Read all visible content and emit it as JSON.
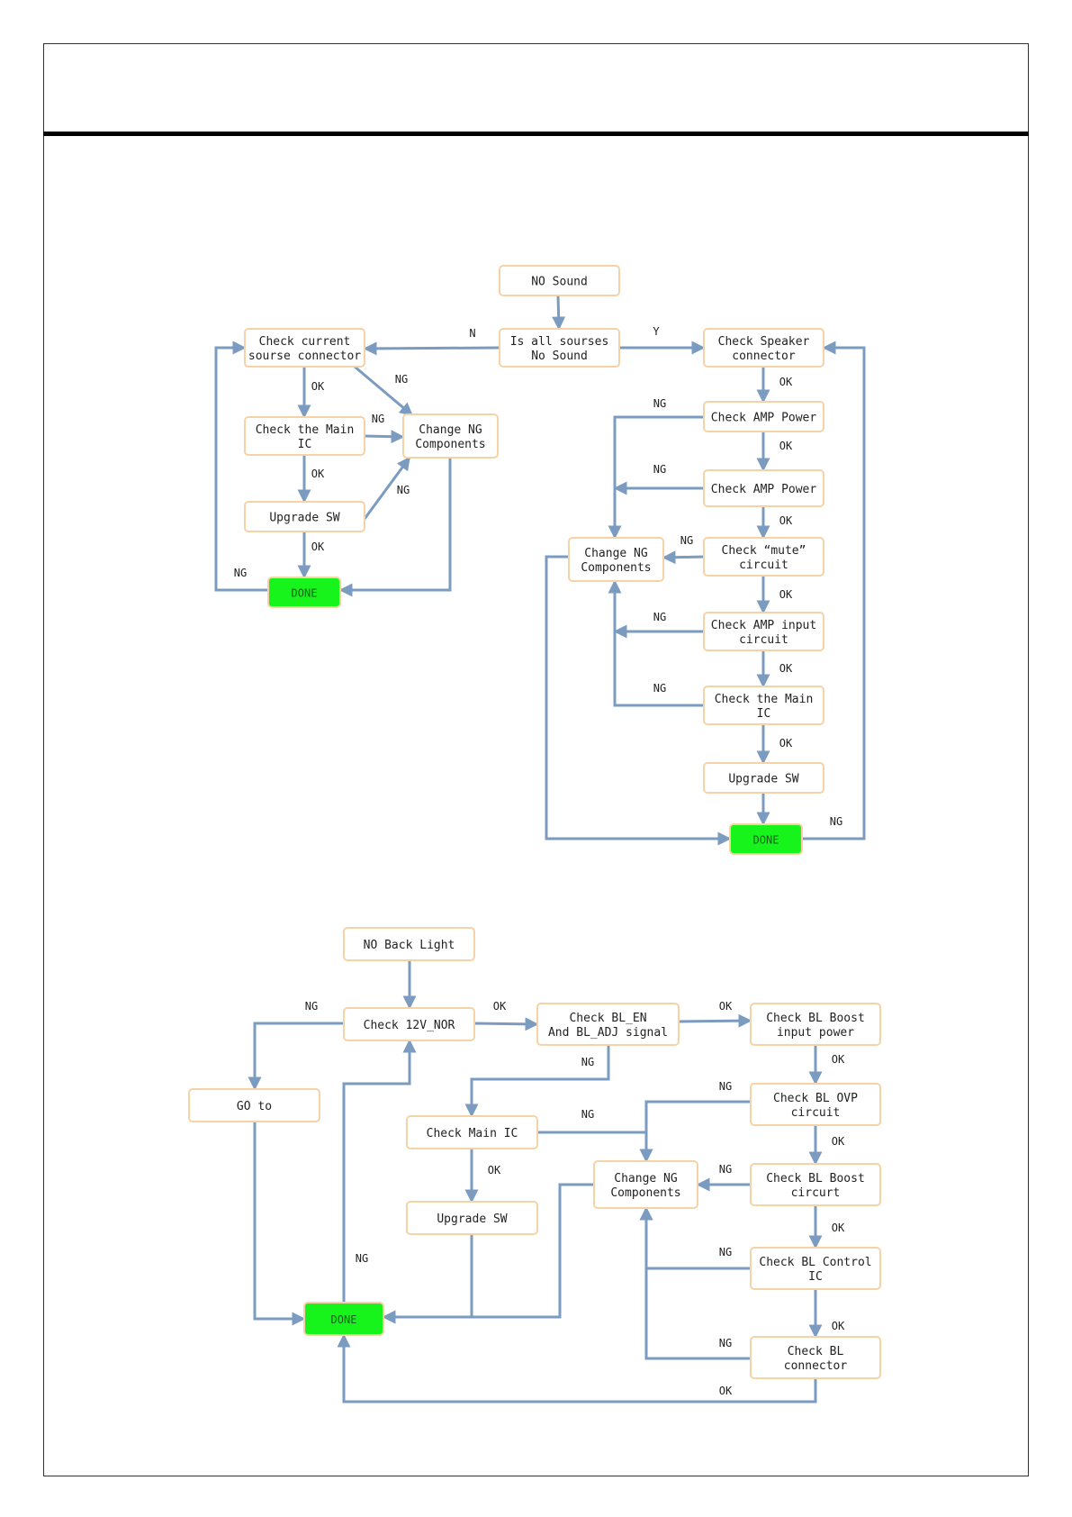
{
  "colors": {
    "node_border": "#f6d3a6",
    "done_fill": "#16f41c",
    "edge": "#7b9cc0",
    "rule": "#000000"
  },
  "nodes": {
    "no_sound": "NO Sound",
    "is_all_sources": "Is all sourses\nNo Sound",
    "check_current_source": "Check current\nsourse connector",
    "check_main_ic_1": "Check the Main\nIC",
    "upgrade_sw_1": "Upgrade SW",
    "change_ng_1": "Change NG\nComponents",
    "done_1": "DONE",
    "check_speaker": "Check  Speaker\nconnector",
    "check_amp_power_1": "Check AMP Power",
    "check_amp_power_2": "Check AMP Power",
    "check_mute": "Check “mute”\ncircuit",
    "check_amp_input": "Check AMP input\ncircuit",
    "check_main_ic_2": "Check the Main\nIC",
    "upgrade_sw_2": "Upgrade SW",
    "change_ng_2": "Change NG\nComponents",
    "done_2": "DONE",
    "no_back_light": "NO Back Light",
    "check_12v": "Check 12V_NOR",
    "check_bl_en": "Check  BL_EN\nAnd BL_ADJ signal",
    "check_bl_boost_input": "Check BL Boost\ninput power",
    "go_to": "GO to",
    "check_main_ic_3": "Check Main IC",
    "upgrade_sw_3": "Upgrade SW",
    "change_ng_3": "Change NG\nComponents",
    "check_bl_ovp": "Check BL OVP\ncircuit",
    "check_bl_boost_circuit": "Check BL  Boost\ncircurt",
    "check_bl_control": "Check BL Control\nIC",
    "check_bl_connector": "Check BL\nconnector",
    "done_3": "DONE"
  },
  "edge_labels": {
    "n": "N",
    "y": "Y",
    "ok": "OK",
    "ng": "NG"
  }
}
